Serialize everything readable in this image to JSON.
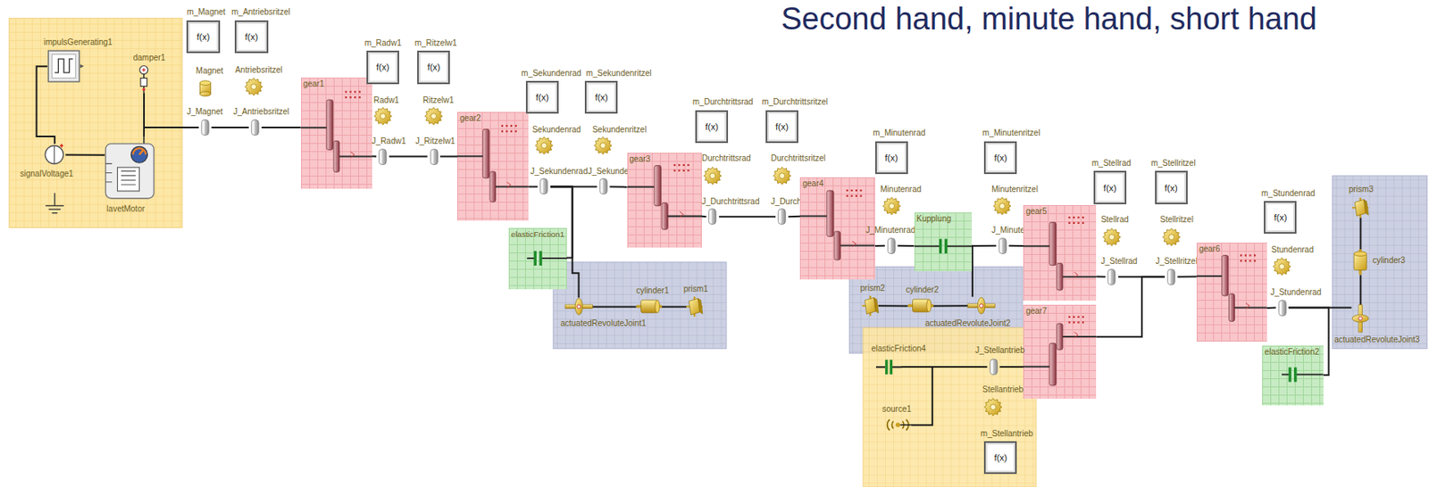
{
  "diagram": {
    "title": "Second hand, minute hand, short hand",
    "nodes": [
      {
        "text": [
          "impulsGenerating1"
        ]
      },
      {
        "text": [
          "damper1"
        ]
      },
      {
        "text": [
          "signalVoltage1"
        ]
      },
      {
        "text": [
          "lavetMotor"
        ]
      },
      {
        "text": [
          "m_Magnet",
          "f(x)"
        ]
      },
      {
        "text": [
          "m_Antriebsritzel",
          "f(x)"
        ]
      },
      {
        "text": [
          "Magnet"
        ]
      },
      {
        "text": [
          "Antriebsritzel"
        ]
      },
      {
        "text": [
          "J_Magnet"
        ]
      },
      {
        "text": [
          "J_Antriebsritzel"
        ]
      },
      {
        "text": [
          "gear1"
        ]
      },
      {
        "text": [
          "m_Radw1",
          "f(x)"
        ]
      },
      {
        "text": [
          "m_Ritzelw1",
          "f(x)"
        ]
      },
      {
        "text": [
          "Radw1"
        ]
      },
      {
        "text": [
          "Ritzelw1"
        ]
      },
      {
        "text": [
          "J_Radw1"
        ]
      },
      {
        "text": [
          "J_Ritzelw1"
        ]
      },
      {
        "text": [
          "gear2"
        ]
      },
      {
        "text": [
          "m_Sekundenrad",
          "f(x)"
        ]
      },
      {
        "text": [
          "m_Sekundenritzel",
          "f(x)"
        ]
      },
      {
        "text": [
          "Sekundenrad"
        ]
      },
      {
        "text": [
          "Sekundenritzel"
        ]
      },
      {
        "text": [
          "J_Sekundenrad"
        ]
      },
      {
        "text": [
          "J_Sekundenritzel"
        ]
      },
      {
        "text": [
          "elasticFriction1"
        ]
      },
      {
        "text": [
          "actuatedRevoluteJoint1"
        ]
      },
      {
        "text": [
          "cylinder1"
        ]
      },
      {
        "text": [
          "prism1"
        ]
      },
      {
        "text": [
          "gear3"
        ]
      },
      {
        "text": [
          "m_Durchtrittsrad",
          "f(x)"
        ]
      },
      {
        "text": [
          "m_Durchtrittsritzel",
          "f(x)"
        ]
      },
      {
        "text": [
          "Durchtrittsrad"
        ]
      },
      {
        "text": [
          "Durchtrittsritzel"
        ]
      },
      {
        "text": [
          "J_Durchtrittsrad"
        ]
      },
      {
        "text": [
          "J_Durchtrittsritzel"
        ]
      },
      {
        "text": [
          "gear4"
        ]
      },
      {
        "text": [
          "m_Minutenrad",
          "f(x)"
        ]
      },
      {
        "text": [
          "m_Minutenritzel",
          "f(x)"
        ]
      },
      {
        "text": [
          "Minutenrad"
        ]
      },
      {
        "text": [
          "Minutenritzel"
        ]
      },
      {
        "text": [
          "J_Minutenrad"
        ]
      },
      {
        "text": [
          "Kupplung"
        ]
      },
      {
        "text": [
          "J_Minutenritzel"
        ]
      },
      {
        "text": [
          "prism2"
        ]
      },
      {
        "text": [
          "cylinder2"
        ]
      },
      {
        "text": [
          "actuatedRevoluteJoint2"
        ]
      },
      {
        "text": [
          "gear5"
        ]
      },
      {
        "text": [
          "gear7"
        ]
      },
      {
        "text": [
          "elasticFriction4"
        ]
      },
      {
        "text": [
          "J_Stellantrieb"
        ]
      },
      {
        "text": [
          "Stellantrieb"
        ]
      },
      {
        "text": [
          "source1"
        ]
      },
      {
        "text": [
          "m_Stellantrieb",
          "f(x)"
        ]
      },
      {
        "text": [
          "m_Stellrad",
          "f(x)"
        ]
      },
      {
        "text": [
          "m_Stellritzel",
          "f(x)"
        ]
      },
      {
        "text": [
          "Stellrad"
        ]
      },
      {
        "text": [
          "Stellritzel"
        ]
      },
      {
        "text": [
          "J_Stellrad"
        ]
      },
      {
        "text": [
          "J_Stellritzel"
        ]
      },
      {
        "text": [
          "gear6"
        ]
      },
      {
        "text": [
          "m_Stundenrad",
          "f(x)"
        ]
      },
      {
        "text": [
          "Stundenrad"
        ]
      },
      {
        "text": [
          "J_Stundenrad"
        ]
      },
      {
        "text": [
          "elasticFriction2"
        ]
      },
      {
        "text": [
          "prism3"
        ]
      },
      {
        "text": [
          "cylinder3"
        ]
      },
      {
        "text": [
          "actuatedRevoluteJoint3"
        ]
      }
    ],
    "edges": [
      {
        "from": 0,
        "to": 2,
        "arrow": "none"
      },
      {
        "from": 2,
        "to": 3,
        "arrow": "none"
      },
      {
        "from": 1,
        "to": 8,
        "arrow": "none"
      },
      {
        "from": 3,
        "to": 8,
        "arrow": "none"
      },
      {
        "from": 8,
        "to": 9,
        "arrow": "none"
      },
      {
        "from": 9,
        "to": 10,
        "arrow": "none"
      },
      {
        "from": 10,
        "to": 15,
        "arrow": "none"
      },
      {
        "from": 15,
        "to": 16,
        "arrow": "none"
      },
      {
        "from": 16,
        "to": 17,
        "arrow": "none"
      },
      {
        "from": 17,
        "to": 22,
        "arrow": "none"
      },
      {
        "from": 22,
        "to": 23,
        "arrow": "none"
      },
      {
        "from": 22,
        "to": 24,
        "arrow": "none"
      },
      {
        "from": 22,
        "to": 25,
        "arrow": "none"
      },
      {
        "from": 25,
        "to": 26,
        "arrow": "none"
      },
      {
        "from": 26,
        "to": 27,
        "arrow": "none"
      },
      {
        "from": 23,
        "to": 28,
        "arrow": "none"
      },
      {
        "from": 28,
        "to": 33,
        "arrow": "none"
      },
      {
        "from": 33,
        "to": 34,
        "arrow": "none"
      },
      {
        "from": 34,
        "to": 35,
        "arrow": "none"
      },
      {
        "from": 35,
        "to": 40,
        "arrow": "none"
      },
      {
        "from": 40,
        "to": 41,
        "arrow": "none"
      },
      {
        "from": 41,
        "to": 42,
        "arrow": "none"
      },
      {
        "from": 41,
        "to": 45,
        "arrow": "none"
      },
      {
        "from": 43,
        "to": 44,
        "arrow": "none"
      },
      {
        "from": 44,
        "to": 45,
        "arrow": "none"
      },
      {
        "from": 42,
        "to": 46,
        "arrow": "none"
      },
      {
        "from": 46,
        "to": 57,
        "arrow": "none"
      },
      {
        "from": 57,
        "to": 58,
        "arrow": "none"
      },
      {
        "from": 47,
        "to": 58,
        "arrow": "none"
      },
      {
        "from": 48,
        "to": 49,
        "arrow": "none"
      },
      {
        "from": 51,
        "to": 49,
        "arrow": "none"
      },
      {
        "from": 49,
        "to": 47,
        "arrow": "none"
      },
      {
        "from": 58,
        "to": 59,
        "arrow": "none"
      },
      {
        "from": 59,
        "to": 62,
        "arrow": "none"
      },
      {
        "from": 62,
        "to": 66,
        "arrow": "none"
      },
      {
        "from": 62,
        "to": 63,
        "arrow": "none"
      },
      {
        "from": 64,
        "to": 65,
        "arrow": "none"
      },
      {
        "from": 65,
        "to": 66,
        "arrow": "none"
      }
    ]
  }
}
